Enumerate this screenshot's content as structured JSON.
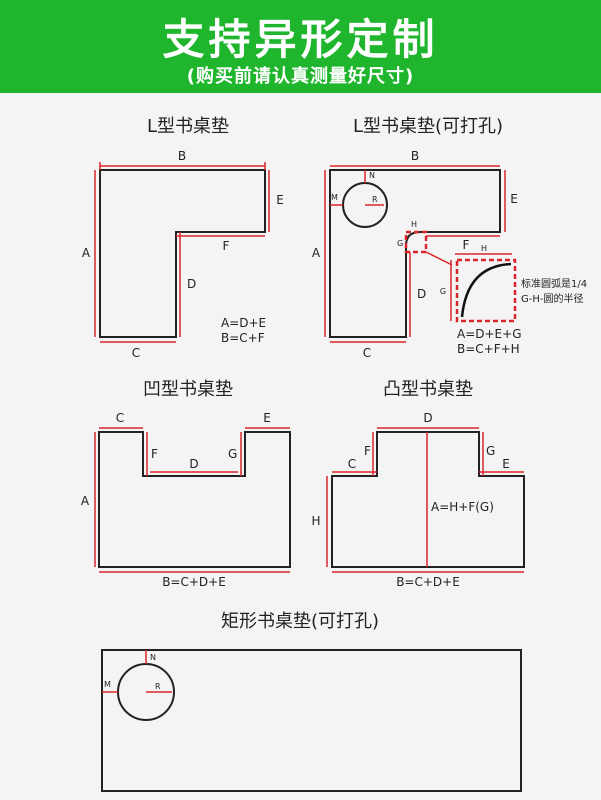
{
  "banner": {
    "title": "支持异形定制",
    "subtitle": "(购买前请认真测量好尺寸)"
  },
  "colors": {
    "banner": "#1fb62d",
    "dimension": "#d9262b",
    "outline": "#222222"
  },
  "diagrams": {
    "l_shape": {
      "title": "L型书桌垫",
      "labels": {
        "a": "A",
        "b": "B",
        "c": "C",
        "d": "D",
        "e": "E",
        "f": "F"
      },
      "formula1": "A=D+E",
      "formula2": "B=C+F"
    },
    "l_shape_hole": {
      "title": "L型书桌垫(可打孔)",
      "labels": {
        "a": "A",
        "b": "B",
        "c": "C",
        "d": "D",
        "e": "E",
        "f": "F",
        "g": "G",
        "h": "H",
        "m": "M",
        "n": "N",
        "r": "R"
      },
      "detail_labels": {
        "h": "H",
        "g": "G"
      },
      "note1": "标准圆弧是1/4",
      "note2": "G-H-圆的半径",
      "formula1": "A=D+E+G",
      "formula2": "B=C+F+H"
    },
    "u_shape": {
      "title": "凹型书桌垫",
      "labels": {
        "a": "A",
        "c": "C",
        "d": "D",
        "e": "E",
        "f": "F",
        "g": "G"
      },
      "formula": "B=C+D+E"
    },
    "t_shape": {
      "title": "凸型书桌垫",
      "labels": {
        "c": "C",
        "d": "D",
        "e": "E",
        "f": "F",
        "g": "G",
        "h": "H"
      },
      "height_formula": "A=H+F(G)",
      "formula": "B=C+D+E"
    },
    "rect": {
      "title": "矩形书桌垫(可打孔)",
      "labels": {
        "m": "M",
        "n": "N",
        "r": "R"
      }
    }
  }
}
